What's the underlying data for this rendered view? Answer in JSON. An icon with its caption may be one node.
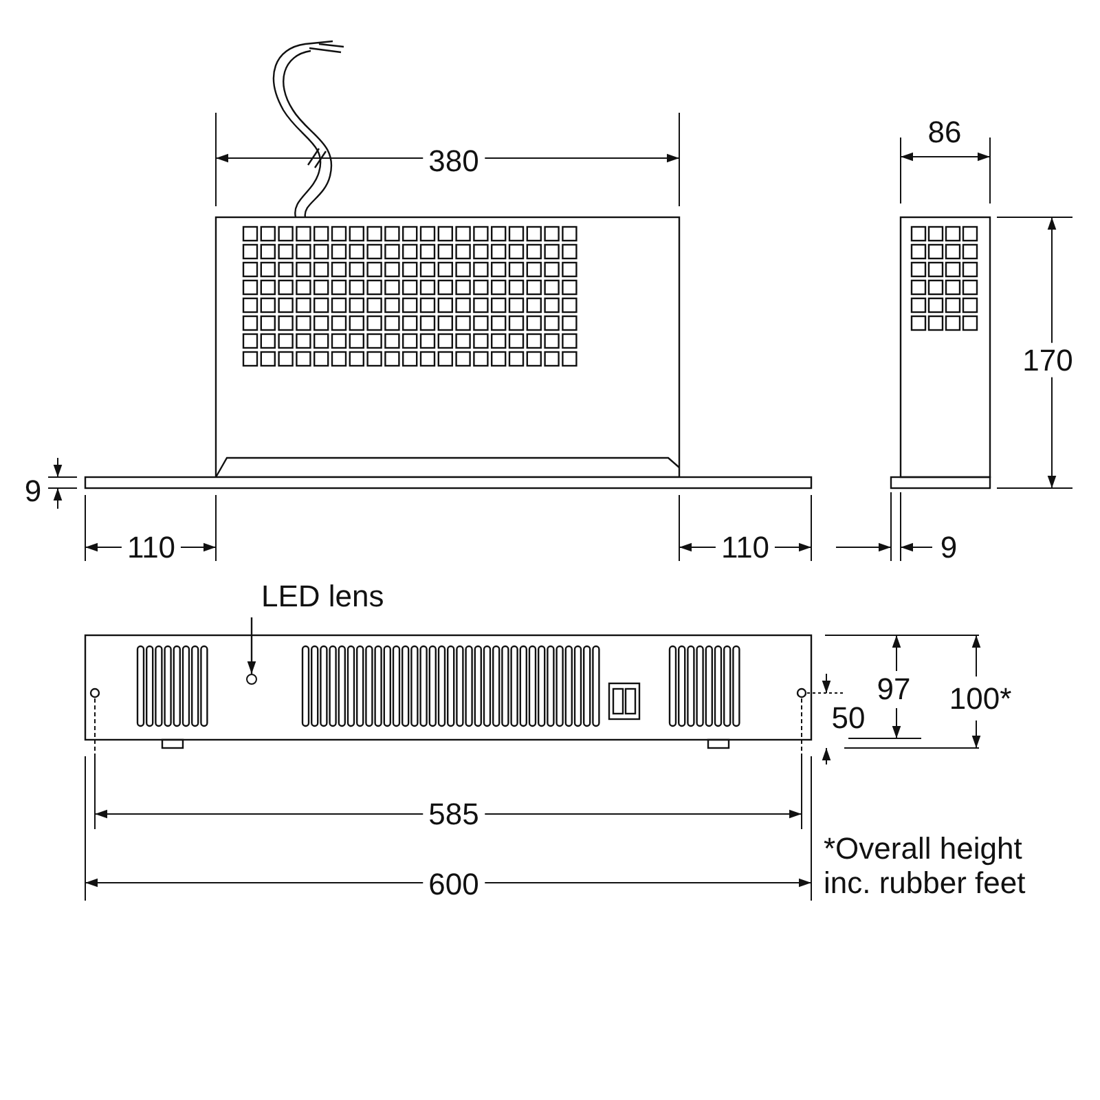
{
  "diagram": {
    "nodes": [
      {
        "text": [
          "LED lens"
        ]
      },
      {
        "text": [],
        "shape": "circle"
      }
    ],
    "edges": [
      {
        "from": 0,
        "to": 1,
        "arrow": "to"
      }
    ],
    "labels": [
      "380",
      "86",
      "170",
      "9",
      "110",
      "110",
      "9",
      "97",
      "100*",
      "50",
      "585",
      "600",
      "*Overall height inc. rubber feet"
    ]
  }
}
